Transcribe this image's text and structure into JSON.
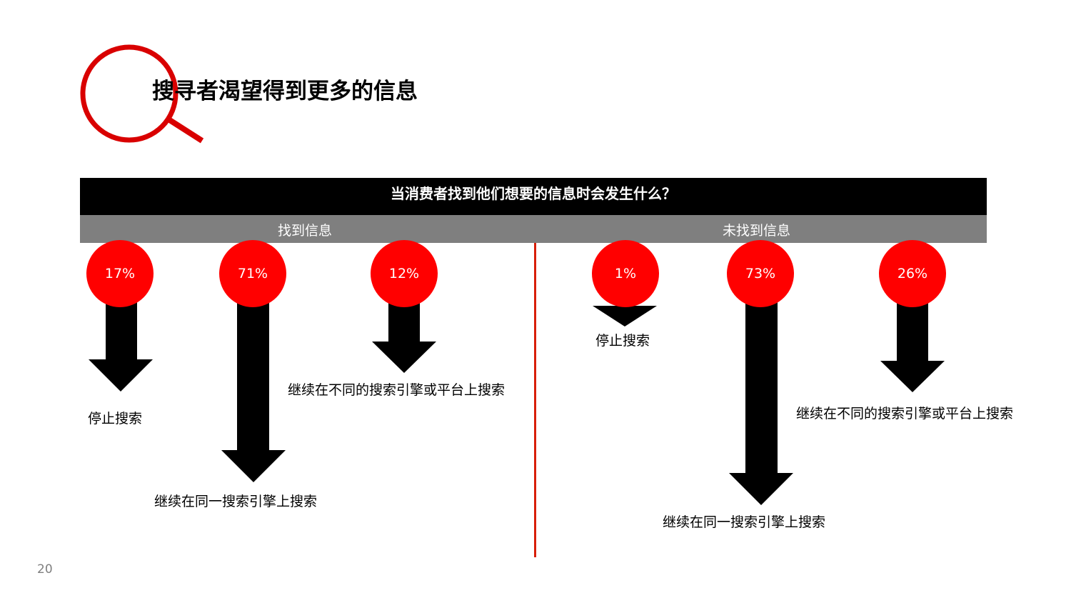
{
  "title": "搜寻者渴望得到更多的信息",
  "question": "当消费者找到他们想要的信息时会发生什么？",
  "groups": [
    {
      "label": "找到信息",
      "outcomes": [
        {
          "percent": "17%",
          "label": "停止搜索",
          "value": 17
        },
        {
          "percent": "71%",
          "label": "继续在同一搜索引擎上搜索",
          "value": 71
        },
        {
          "percent": "12%",
          "label": "继续在不同的搜索引擎或平台上搜索",
          "value": 12
        }
      ]
    },
    {
      "label": "未找到信息",
      "outcomes": [
        {
          "percent": "1%",
          "label": "停止搜索",
          "value": 1
        },
        {
          "percent": "73%",
          "label": "继续在同一搜索引擎上搜索",
          "value": 73
        },
        {
          "percent": "26%",
          "label": "继续在不同的搜索引擎或平台上搜索",
          "value": 26
        }
      ]
    }
  ],
  "page_number": "20",
  "colors": {
    "accent": "#ff0000",
    "logo": "#d90000",
    "bar": "#000000",
    "subbar": "#7f7f7f"
  }
}
